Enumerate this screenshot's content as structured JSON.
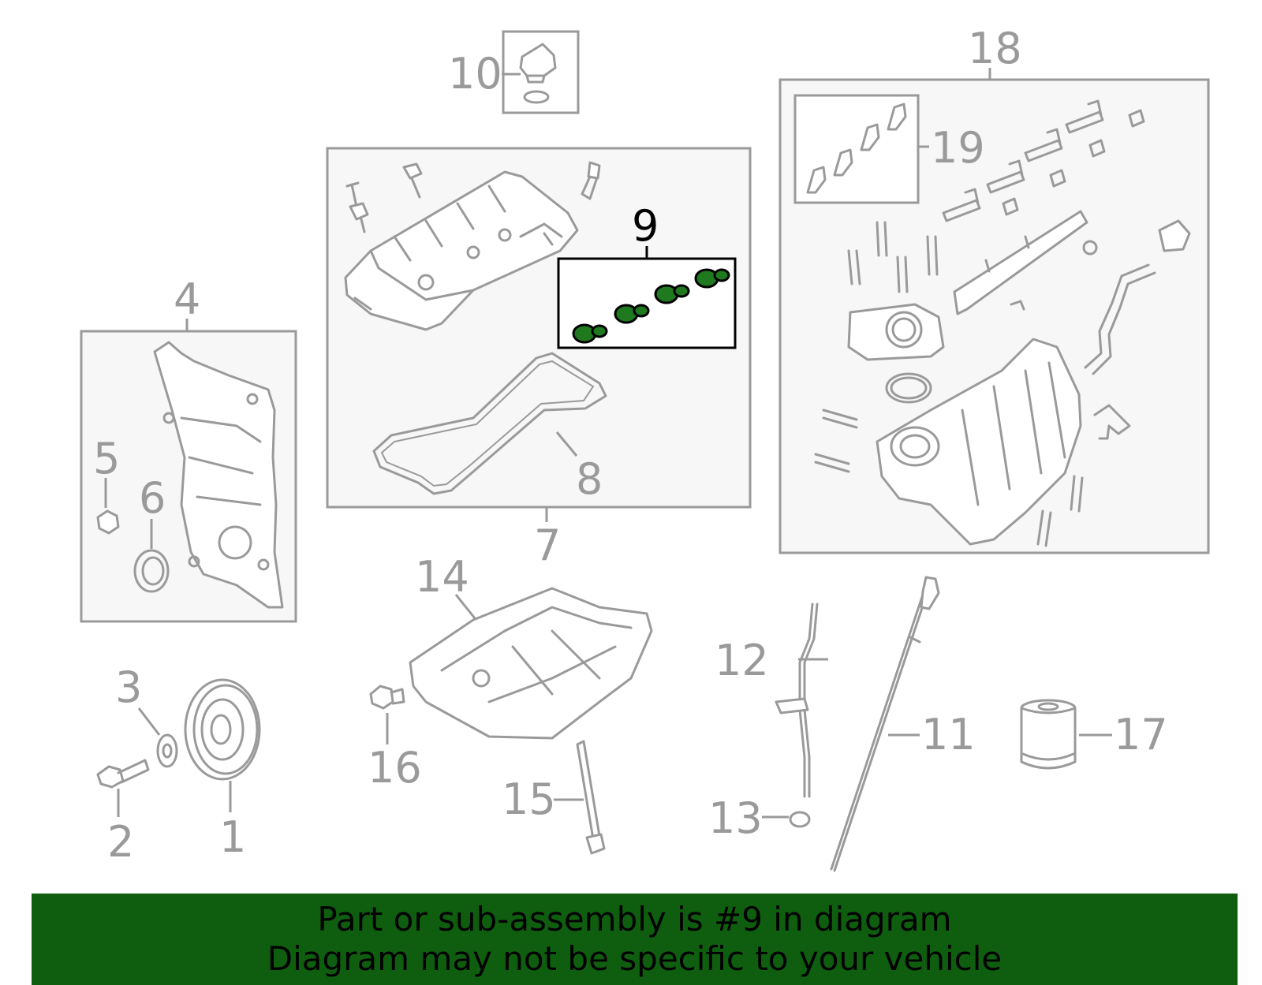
{
  "callouts": {
    "c1": "1",
    "c2": "2",
    "c3": "3",
    "c4": "4",
    "c5": "5",
    "c6": "6",
    "c7": "7",
    "c8": "8",
    "c9": "9",
    "c10": "10",
    "c11": "11",
    "c12": "12",
    "c13": "13",
    "c14": "14",
    "c15": "15",
    "c16": "16",
    "c17": "17",
    "c18": "18",
    "c19": "19"
  },
  "highlight": {
    "part_number": "9",
    "color": "#1f7a1f"
  },
  "banner": {
    "line1": "Part or sub-assembly is #9 in diagram",
    "line2": "Diagram may not be specific to your vehicle",
    "background": "#0f5e0f"
  }
}
